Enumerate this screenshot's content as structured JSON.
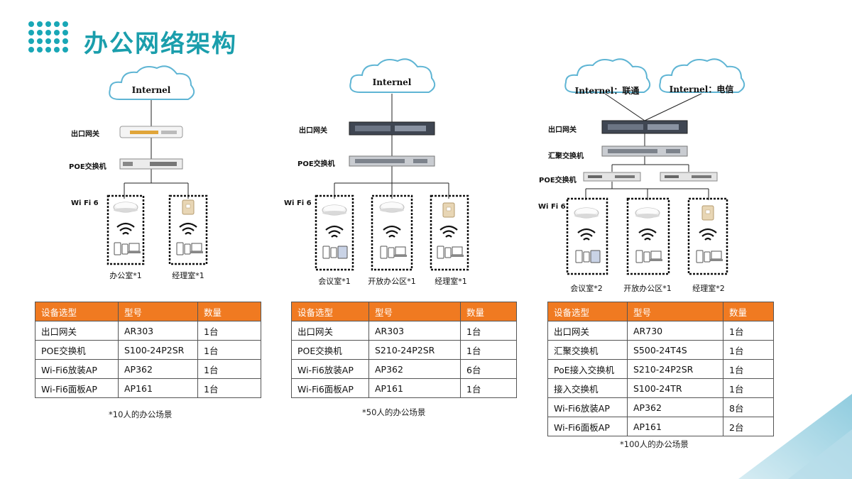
{
  "title": "办公网络架构",
  "accent": "#1a9eac",
  "table_header_color": "#f07a21",
  "scenarios": [
    {
      "clouds": [
        "Internel"
      ],
      "layer_labels": [
        "出口网关",
        "POE交换机",
        "Wi Fi 6"
      ],
      "rooms": [
        "办公室*1",
        "经理室*1"
      ],
      "table": {
        "headers": [
          "设备选型",
          "型号",
          "数量"
        ],
        "rows": [
          [
            "出口网关",
            "AR303",
            "1台"
          ],
          [
            "POE交换机",
            "S100-24P2SR",
            "1台"
          ],
          [
            "Wi-Fi6放装AP",
            "AP362",
            "1台"
          ],
          [
            "Wi-Fi6面板AP",
            "AP161",
            "1台"
          ]
        ]
      },
      "note": "*10人的办公场景"
    },
    {
      "clouds": [
        "Internel"
      ],
      "layer_labels": [
        "出口网关",
        "POE交换机",
        "Wi Fi 6"
      ],
      "rooms": [
        "会议室*1",
        "开放办公区*1",
        "经理室*1"
      ],
      "table": {
        "headers": [
          "设备选型",
          "型号",
          "数量"
        ],
        "rows": [
          [
            "出口网关",
            "AR303",
            "1台"
          ],
          [
            "POE交换机",
            "S210-24P2SR",
            "1台"
          ],
          [
            "Wi-Fi6放装AP",
            "AP362",
            "6台"
          ],
          [
            "Wi-Fi6面板AP",
            "AP161",
            "1台"
          ]
        ]
      },
      "note": "*50人的办公场景"
    },
    {
      "clouds": [
        "Internel：联通",
        "Internel：电信"
      ],
      "layer_labels": [
        "出口网关",
        "汇聚交换机",
        "POE交换机",
        "Wi Fi 6"
      ],
      "rooms": [
        "会议室*2",
        "开放办公区*1",
        "经理室*2"
      ],
      "table": {
        "headers": [
          "设备选型",
          "型号",
          "数量"
        ],
        "rows": [
          [
            "出口网关",
            "AR730",
            "1台"
          ],
          [
            "汇聚交换机",
            "S500-24T4S",
            "1台"
          ],
          [
            "PoE接入交换机",
            "S210-24P2SR",
            "1台"
          ],
          [
            "接入交换机",
            "S100-24TR",
            "1台"
          ],
          [
            "Wi-Fi6放装AP",
            "AP362",
            "8台"
          ],
          [
            "Wi-Fi6面板AP",
            "AP161",
            "2台"
          ]
        ]
      },
      "note": "*100人的办公场景"
    }
  ]
}
